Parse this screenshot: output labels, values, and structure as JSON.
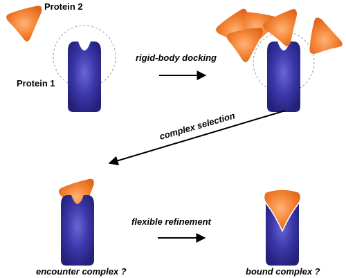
{
  "labels": {
    "protein1": "Protein 1",
    "protein2": "Protein 2",
    "step_docking": "rigid-body docking",
    "step_selection": "complex selection",
    "step_refinement": "flexible refinement",
    "result_encounter": "encounter complex ?",
    "result_bound": "bound complex ?"
  },
  "colors": {
    "protein1": "#2d2a8c",
    "protein2": "#f07a2a",
    "arrow": "#000000",
    "search_circle": "#999999"
  }
}
